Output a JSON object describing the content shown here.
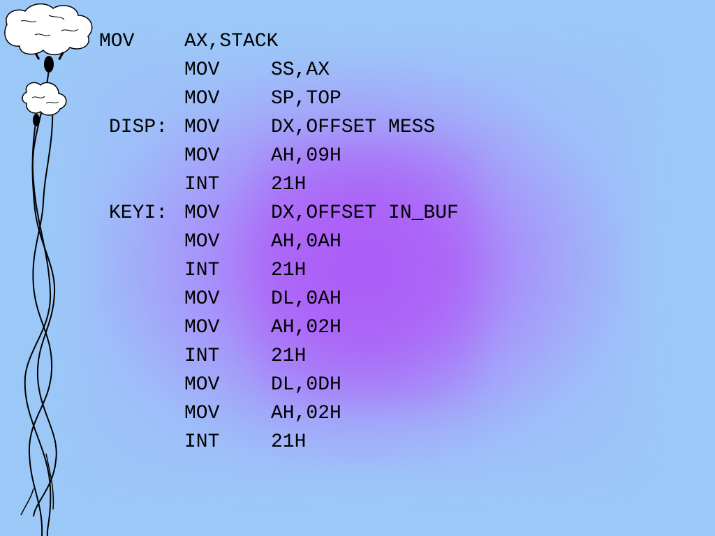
{
  "slide": {
    "lines": [
      {
        "label": "",
        "op": "MOV",
        "args": "AX,STACK"
      },
      {
        "label": "",
        "op": "MOV",
        "args": "SS,AX"
      },
      {
        "label": "",
        "op": "MOV",
        "args": "SP,TOP"
      },
      {
        "label": "DISP:",
        "op": "MOV",
        "args": "DX,OFFSET MESS"
      },
      {
        "label": "",
        "op": "MOV",
        "args": "AH,09H"
      },
      {
        "label": "",
        "op": "INT",
        "args": "21H"
      },
      {
        "label": "KEYI:",
        "op": "MOV",
        "args": "DX,OFFSET IN_BUF"
      },
      {
        "label": "",
        "op": "MOV",
        "args": "AH,0AH"
      },
      {
        "label": "",
        "op": "INT",
        "args": "21H"
      },
      {
        "label": "",
        "op": "MOV",
        "args": "DL,0AH"
      },
      {
        "label": "",
        "op": "MOV",
        "args": "AH,02H"
      },
      {
        "label": "",
        "op": "INT",
        "args": "21H"
      },
      {
        "label": "",
        "op": "MOV",
        "args": "DL,0DH"
      },
      {
        "label": "",
        "op": "MOV",
        "args": "AH,02H"
      },
      {
        "label": "",
        "op": "INT",
        "args": "21H"
      }
    ]
  },
  "colors": {
    "background": "#9cc8f8",
    "glow": "#b062f8",
    "text": "#000000"
  },
  "decoration": {
    "icon": "balloon-cluster-icon"
  }
}
